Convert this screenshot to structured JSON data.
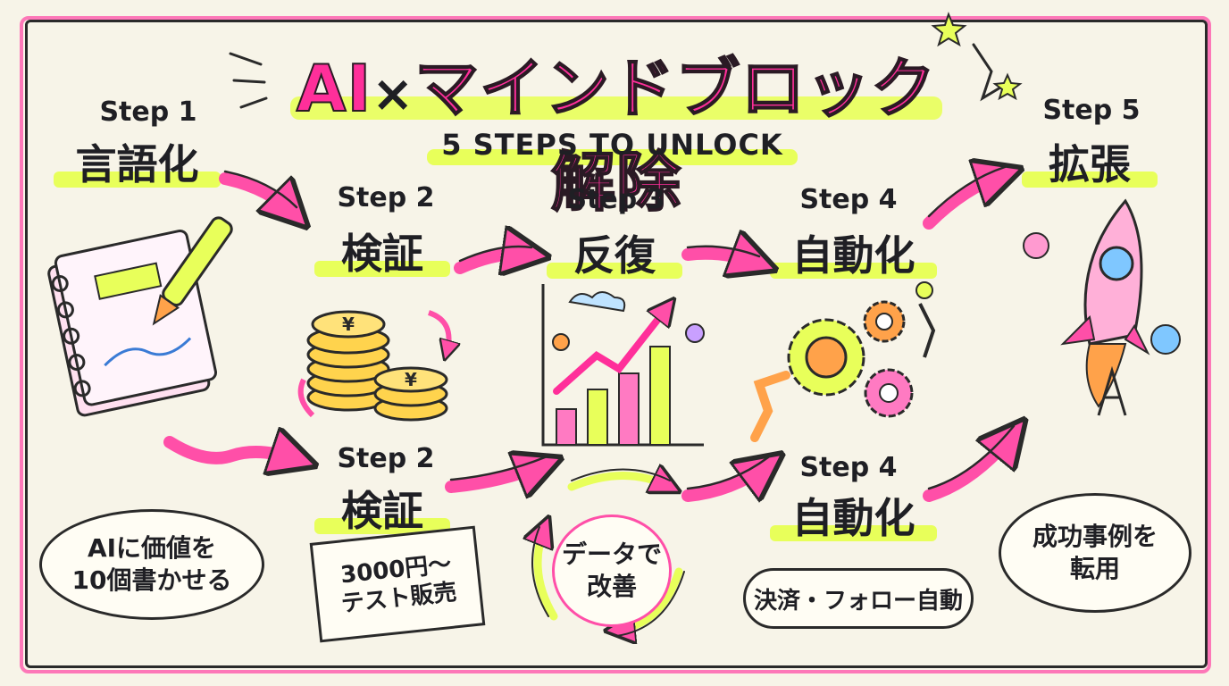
{
  "title": {
    "main": "AI",
    "times": "×",
    "rest": "マインドブロック解除",
    "subtitle": "5 STEPS TO UNLOCK"
  },
  "steps": [
    {
      "label": "Step 1",
      "name": "言語化"
    },
    {
      "label": "Step 2",
      "name": "検証"
    },
    {
      "label": "Step 3",
      "name": "反復"
    },
    {
      "label": "Step 4",
      "name": "自動化"
    },
    {
      "label": "Step 5",
      "name": "拡張"
    }
  ],
  "lower_steps": [
    {
      "label": "Step 2",
      "name": "検証"
    },
    {
      "label": "Step 4",
      "name": "自動化"
    }
  ],
  "notes": {
    "step1_bubble_line1": "AIに価値を",
    "step1_bubble_line2": "10個書かせる",
    "step2_tag_line1": "3000円～",
    "step2_tag_line2": "テスト販売",
    "step3_circle_line1": "データで",
    "step3_circle_line2": "改善",
    "step4_pill": "決済・フォロー自動",
    "step5_bubble_line1": "成功事例を",
    "step5_bubble_line2": "転用"
  },
  "icons": {
    "coin_symbol": "¥",
    "notebook": "notebook-pen-icon",
    "coins": "coin-stack-icon",
    "chart": "growth-chart-icon",
    "gears": "gears-robot-icon",
    "rocket": "rocket-icon"
  },
  "colors": {
    "pink": "#ff2f9a",
    "yellow": "#e8ff5a",
    "orange": "#ffa24a",
    "blue": "#5ab4ff",
    "ink": "#2a2a2a"
  }
}
